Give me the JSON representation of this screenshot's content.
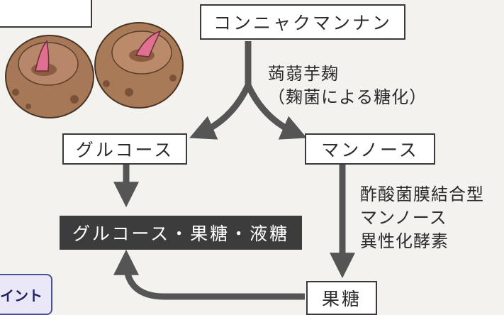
{
  "nodes": {
    "konjac_mannan": "コンニャクマンナン",
    "glucose": "グルコース",
    "mannose": "マンノース",
    "products": "グルコース・果糖・液糖",
    "fructose": "果糖"
  },
  "labels": {
    "koji_line1": "蒟蒻芋麹",
    "koji_line2": "（麹菌による糖化）",
    "enzyme_line1": "酢酸菌膜結合型",
    "enzyme_line2": "マンノース",
    "enzyme_line3": "異性化酵素"
  },
  "point_tab": "イント",
  "colors": {
    "arrow": "#555555",
    "dark_box": "#3c3c3c",
    "tab_bg": "#eae8f7",
    "tab_border": "#4b4f9a"
  }
}
